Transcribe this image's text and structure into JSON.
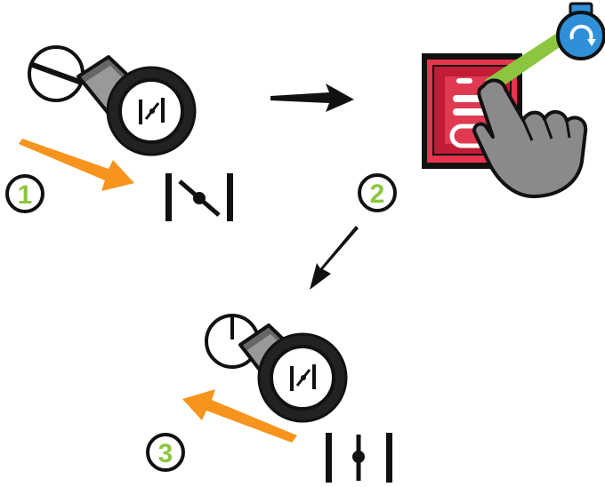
{
  "steps": [
    {
      "number": "1",
      "action": "turn-knob-to-horizontal-position"
    },
    {
      "number": "2",
      "action": "press-red-switch"
    },
    {
      "number": "3",
      "action": "turn-knob-to-vertical-position"
    }
  ],
  "icons": {
    "knob": "rotary-knob-icon",
    "knob_symbol": "diagonal-slash-symbol-icon",
    "pos_horizontal": "horizontal-bar-position-icon",
    "pos_vertical": "vertical-bar-position-icon",
    "switch": "red-rocker-switch-icon",
    "hand": "pointing-hand-icon",
    "timer": "timer-icon",
    "arrow": "direction-arrow-icon"
  },
  "colors": {
    "step_circle": "#8cc63f",
    "orange_arrow": "#f7941d",
    "switch_red": "#d4213d",
    "hand_gray": "#8a8a8a",
    "timer_blue": "#2f8fd8",
    "beam_green": "#8cc63f",
    "black": "#111111"
  }
}
